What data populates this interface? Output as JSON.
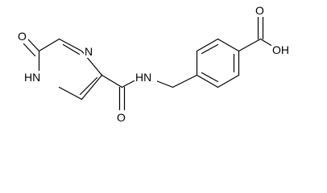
{
  "molecule": {
    "atoms": {
      "keto_oxygen": "O",
      "ring_nitrogen": "N",
      "ring_nh": "HN",
      "amide_oxygen": "O",
      "amide_nh": "HN",
      "acid_oxygen": "O",
      "acid_hydroxyl": "OH"
    }
  }
}
